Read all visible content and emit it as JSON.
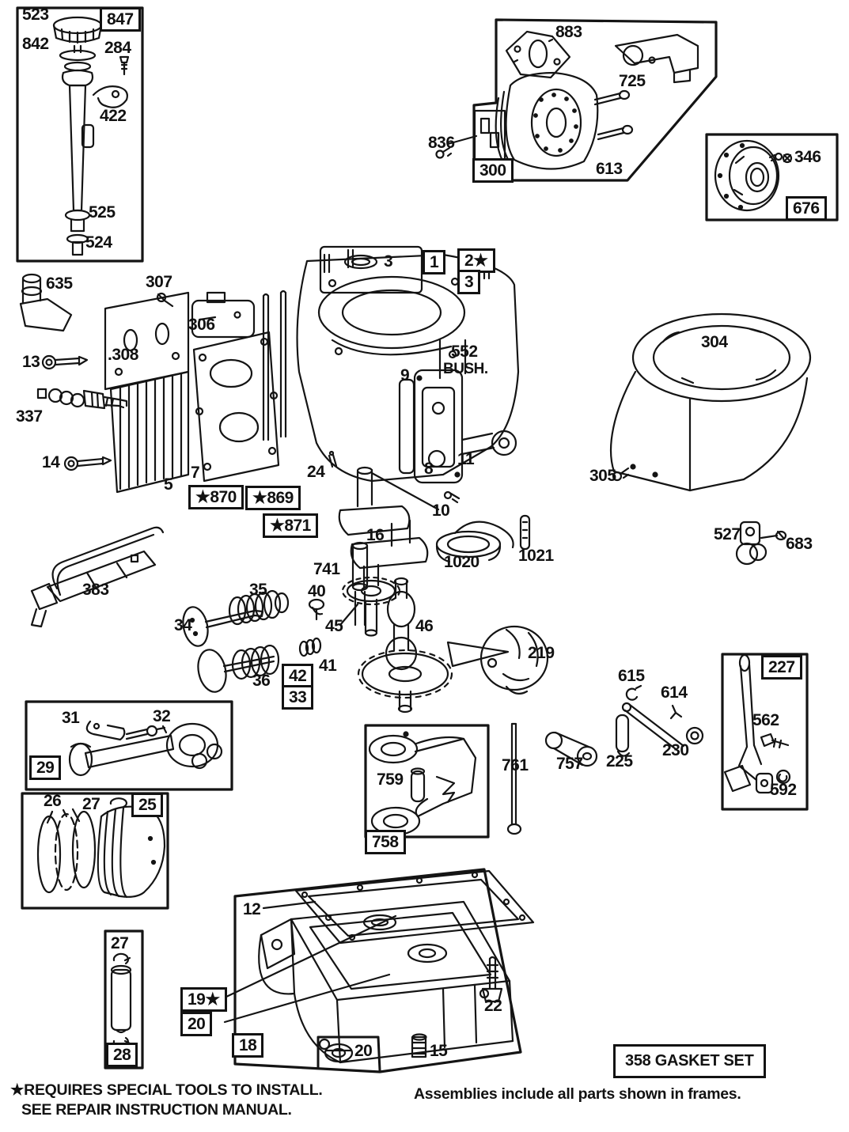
{
  "colors": {
    "ink": "#141414",
    "paper": "#ffffff"
  },
  "labels": {
    "d523": "523",
    "d847": "847",
    "d842": "842",
    "d284": "284",
    "d422": "422",
    "d525": "525",
    "d524": "524",
    "d883": "883",
    "d725": "725",
    "d836": "836",
    "d300": "300",
    "d613": "613",
    "d346": "346",
    "d676": "676",
    "d635": "635",
    "d307": "307",
    "d306": "306",
    "d308": ".308",
    "d13": "13",
    "d337": "337",
    "d14": "14",
    "d3a": "3",
    "f1": "1",
    "f2": "2★",
    "f3": "3",
    "d552": "552",
    "d552b": "BUSH.",
    "d9": "9",
    "d8": "8",
    "d11": "11",
    "d7": "7",
    "d5": "5",
    "f870": "★870",
    "f869": "★869",
    "f871": "★871",
    "d24": "24",
    "d16": "16",
    "d741": "741",
    "d10": "10",
    "d1020": "1020",
    "d1021": "1021",
    "d304": "304",
    "d305": "305",
    "d527": "527",
    "d683": "683",
    "d383": "383",
    "d34": "34",
    "d35": "35",
    "d40": "40",
    "d45": "45",
    "d46": "46",
    "d41": "41",
    "d36": "36",
    "f42": "42",
    "f33": "33",
    "d219": "219",
    "d31": "31",
    "d32": "32",
    "f29": "29",
    "d26": "26",
    "d27a": "27",
    "f25": "25",
    "d759": "759",
    "f758": "758",
    "d761": "761",
    "d757": "757",
    "d615": "615",
    "d614": "614",
    "d230": "230",
    "d225": "225",
    "f227": "227",
    "d562": "562",
    "d592": "592",
    "d27b": "27",
    "f28": "28",
    "d12": "12",
    "f19": "19★",
    "f20": "20",
    "f18": "18",
    "d20b": "20",
    "d22": "22",
    "d15": "15"
  },
  "notes": {
    "gasket_set": "358 GASKET SET",
    "footnote1": "★REQUIRES SPECIAL TOOLS TO INSTALL.",
    "footnote2": "SEE REPAIR INSTRUCTION MANUAL.",
    "assemblies": "Assemblies include all parts shown in frames."
  }
}
